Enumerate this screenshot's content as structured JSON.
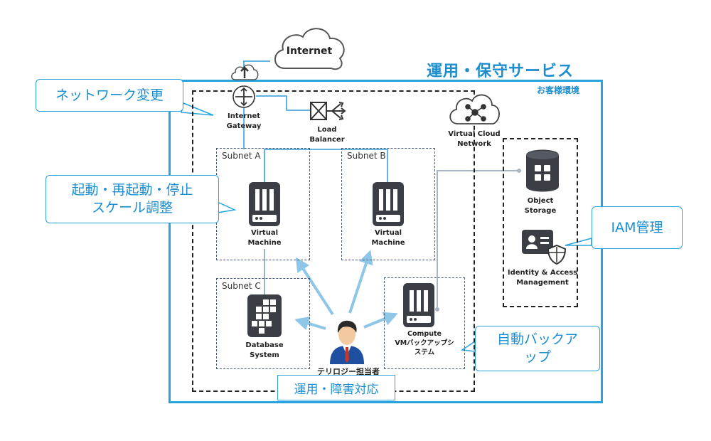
{
  "title": "運用・保守サービス",
  "customer_env": "お客様環境",
  "internet": "Internet",
  "gateway": "Internet\nGateway",
  "load_balancer": "Load\nBalancer",
  "vcn": "Virtual Cloud\nNetwork",
  "subnets": {
    "a": "Subnet A",
    "b": "Subnet B",
    "c": "Subnet C"
  },
  "nodes": {
    "vm_a": "Virtual\nMachine",
    "vm_b": "Virtual\nMachine",
    "database": "Database\nSystem",
    "compute": "Compute\nVMバックアップシ\nステム",
    "object_storage": "Object\nStorage",
    "iam": "Identity & Access\nManagement"
  },
  "callouts": {
    "network": "ネットワーク変更",
    "lifecycle": "起動・再起動・停止\nスケール調整",
    "iam": "IAM管理",
    "backup": "自動バックア\nップ"
  },
  "person": "テリロジー担当者",
  "service_box": "運用・障害対応",
  "colors": {
    "accent": "#29a3dc",
    "accent_text": "#1c8ed0",
    "icon": "#3b3f45",
    "arrow": "#8ec6e8",
    "storage_link": "#a9b4c4"
  },
  "icons": [
    "cloud-icon",
    "router-icon",
    "load-balancer-icon",
    "network-cloud-icon",
    "virtual-machine-icon",
    "database-icon",
    "object-storage-icon",
    "identity-card-icon",
    "shield-icon",
    "person-icon"
  ]
}
